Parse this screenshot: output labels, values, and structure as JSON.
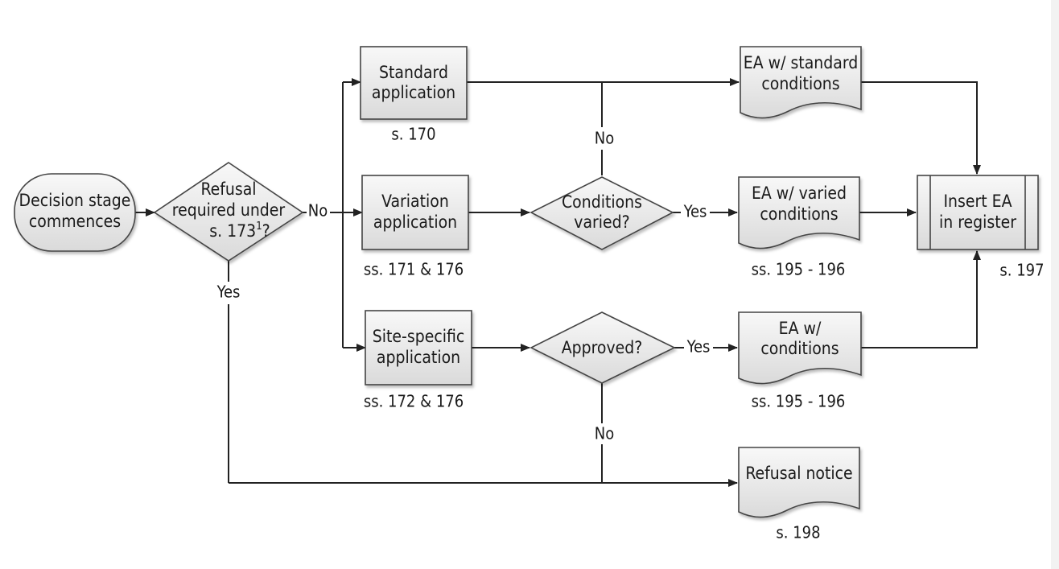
{
  "nodes": {
    "start": {
      "line1": "Decision stage",
      "line2": "commences"
    },
    "refusal_decision": {
      "line1": "Refusal",
      "line2": "required under",
      "line3": "s. 173",
      "line3_sup": "1",
      "line3_tail": "?"
    },
    "standard_app": {
      "line1": "Standard",
      "line2": "application",
      "ref": "s. 170"
    },
    "variation_app": {
      "line1": "Variation",
      "line2": "application",
      "ref": "ss. 171 & 176"
    },
    "site_app": {
      "line1": "Site-specific",
      "line2": "application",
      "ref": "ss. 172 & 176"
    },
    "conditions_varied": {
      "line1": "Conditions",
      "line2": "varied?"
    },
    "approved": {
      "line1": "Approved?"
    },
    "ea_standard": {
      "line1": "EA w/ standard",
      "line2": "conditions"
    },
    "ea_varied": {
      "line1": "EA w/ varied",
      "line2": "conditions",
      "ref": "ss. 195 - 196"
    },
    "ea_conditions": {
      "line1": "EA w/",
      "line2": "conditions",
      "ref": "ss. 195 - 196"
    },
    "refusal_notice": {
      "line1": "Refusal notice",
      "ref": "s. 198"
    },
    "insert_register": {
      "line1": "Insert EA",
      "line2": "in register",
      "ref": "s. 197"
    }
  },
  "edges": {
    "refusal_no": "No",
    "refusal_yes": "Yes",
    "conditions_no": "No",
    "conditions_yes": "Yes",
    "approved_yes": "Yes",
    "approved_no": "No"
  },
  "colors": {
    "shape_fill_top": "#f7f7f7",
    "shape_fill_bottom": "#dcdcdc",
    "stroke": "#444444",
    "line": "#222222"
  }
}
